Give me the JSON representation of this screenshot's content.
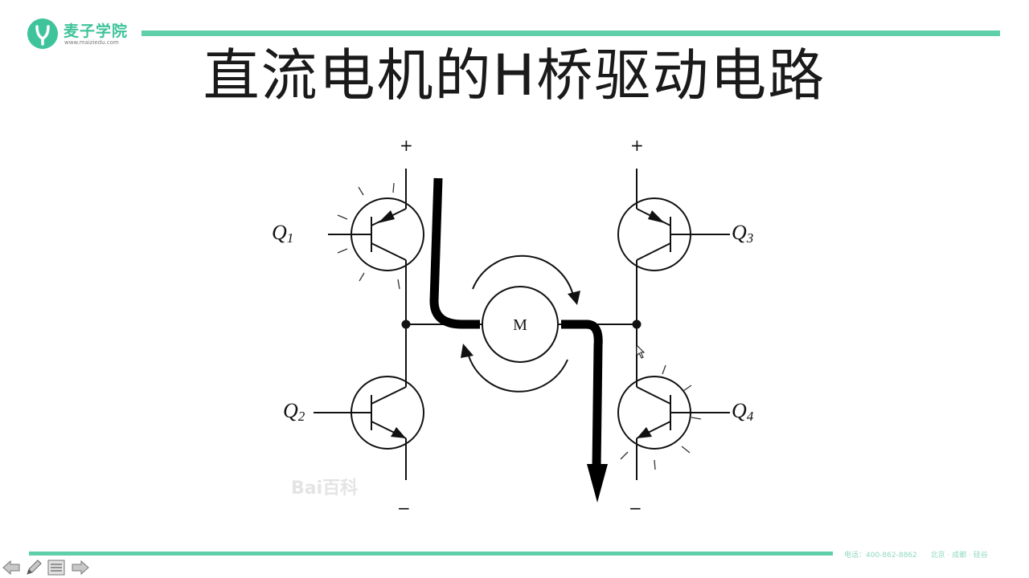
{
  "logo": {
    "name": "麦子学院",
    "url": "www.maiziedu.com"
  },
  "title": "直流电机的H桥驱动电路",
  "diagram": {
    "transistors": [
      {
        "id": "q1",
        "label": "Q",
        "sub": "1"
      },
      {
        "id": "q2",
        "label": "Q",
        "sub": "2"
      },
      {
        "id": "q3",
        "label": "Q",
        "sub": "3"
      },
      {
        "id": "q4",
        "label": "Q",
        "sub": "4"
      }
    ],
    "motor_label": "M",
    "plus_left": "+",
    "plus_right": "+",
    "minus_left": "−",
    "minus_right": "−",
    "watermark": "Bai百科"
  },
  "footer": {
    "phone": "电话：400-862-8862",
    "locations": "北京 · 成都 · 硅谷"
  },
  "colors": {
    "accent": "#5ecfa8",
    "logo": "#3fc39a"
  },
  "nav": [
    "arrow-left-icon",
    "pen-icon",
    "menu-icon",
    "arrow-right-icon"
  ]
}
